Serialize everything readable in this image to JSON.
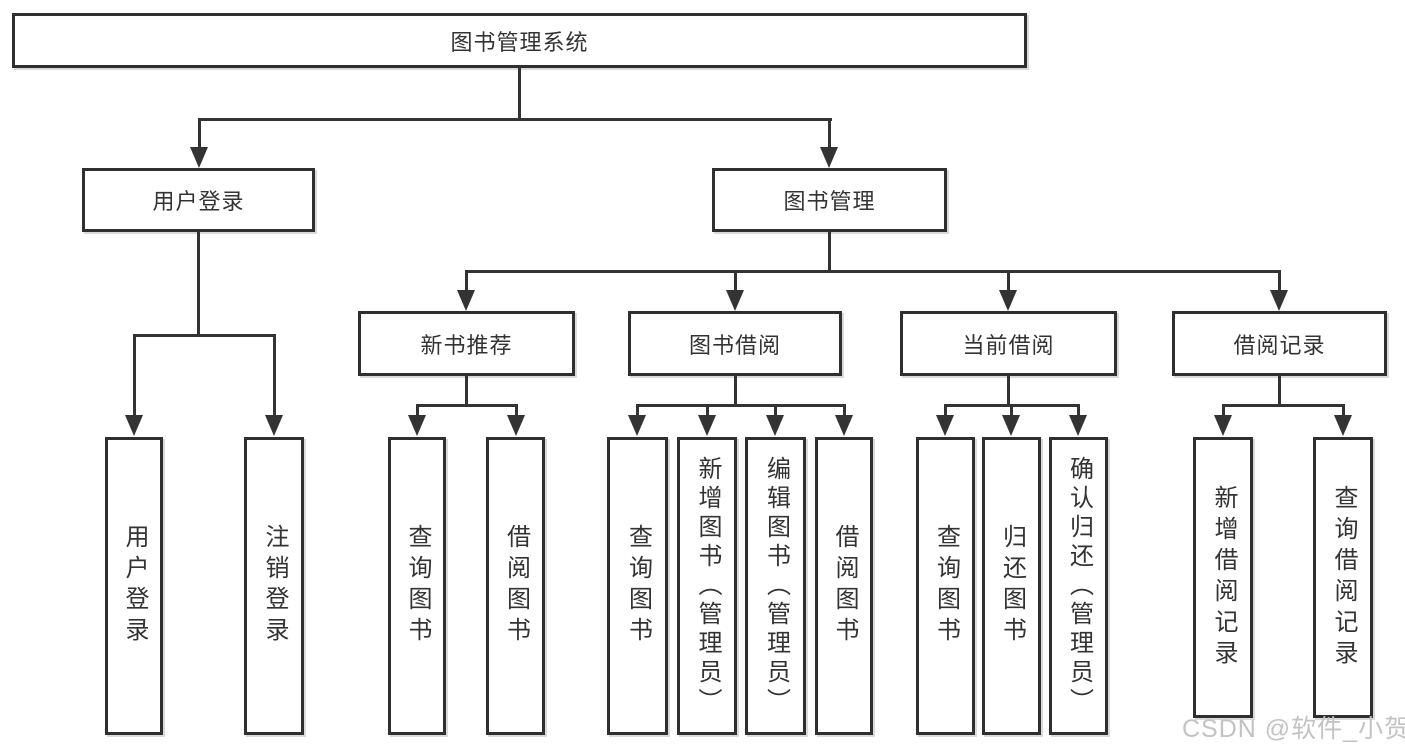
{
  "diagram": {
    "type": "tree",
    "root": {
      "label": "图书管理系统"
    },
    "level2": {
      "user_login": "用户登录",
      "book_mgmt": "图书管理"
    },
    "level3": {
      "new_books": "新书推荐",
      "borrowing": "图书借阅",
      "current": "当前借阅",
      "records": "借阅记录"
    },
    "leaves": {
      "user_login": [
        "用户登录",
        "注销登录"
      ],
      "new_books": [
        "查询图书",
        "借阅图书"
      ],
      "borrowing": [
        "查询图书",
        "新增图书（管理员）",
        "编辑图书（管理员）",
        "借阅图书"
      ],
      "current": [
        "查询图书",
        "归还图书",
        "确认归还（管理员）"
      ],
      "records": [
        "新增借阅记录",
        "查询借阅记录"
      ]
    },
    "watermark": "CSDN @软件_小贺同学",
    "colors": {
      "line": "#333333",
      "box_border": "#2f2f2f",
      "text": "#333333",
      "watermark": "#c3c3c3",
      "background": "#ffffff"
    }
  }
}
